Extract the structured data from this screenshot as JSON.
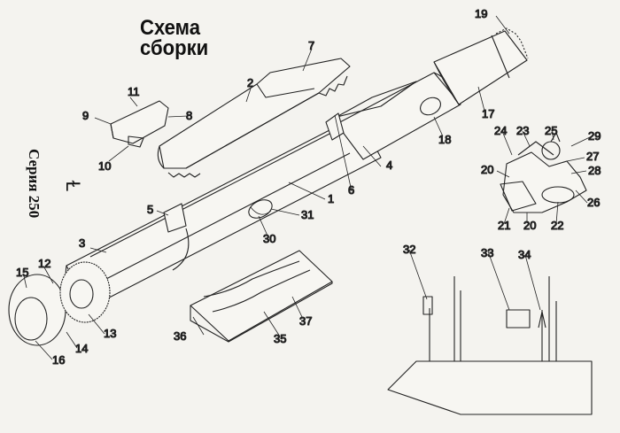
{
  "title": {
    "line1": "Схема",
    "line2": "сборки"
  },
  "series_label": "Серия 250",
  "series_mark": "Ɫ",
  "callouts": [
    "1",
    "2",
    "3",
    "4",
    "5",
    "6",
    "7",
    "8",
    "9",
    "10",
    "11",
    "12",
    "13",
    "14",
    "15",
    "16",
    "17",
    "18",
    "19",
    "20",
    "20",
    "21",
    "22",
    "23",
    "24",
    "25",
    "26",
    "27",
    "28",
    "29",
    "30",
    "31",
    "32",
    "33",
    "34",
    "35",
    "36",
    "37"
  ]
}
